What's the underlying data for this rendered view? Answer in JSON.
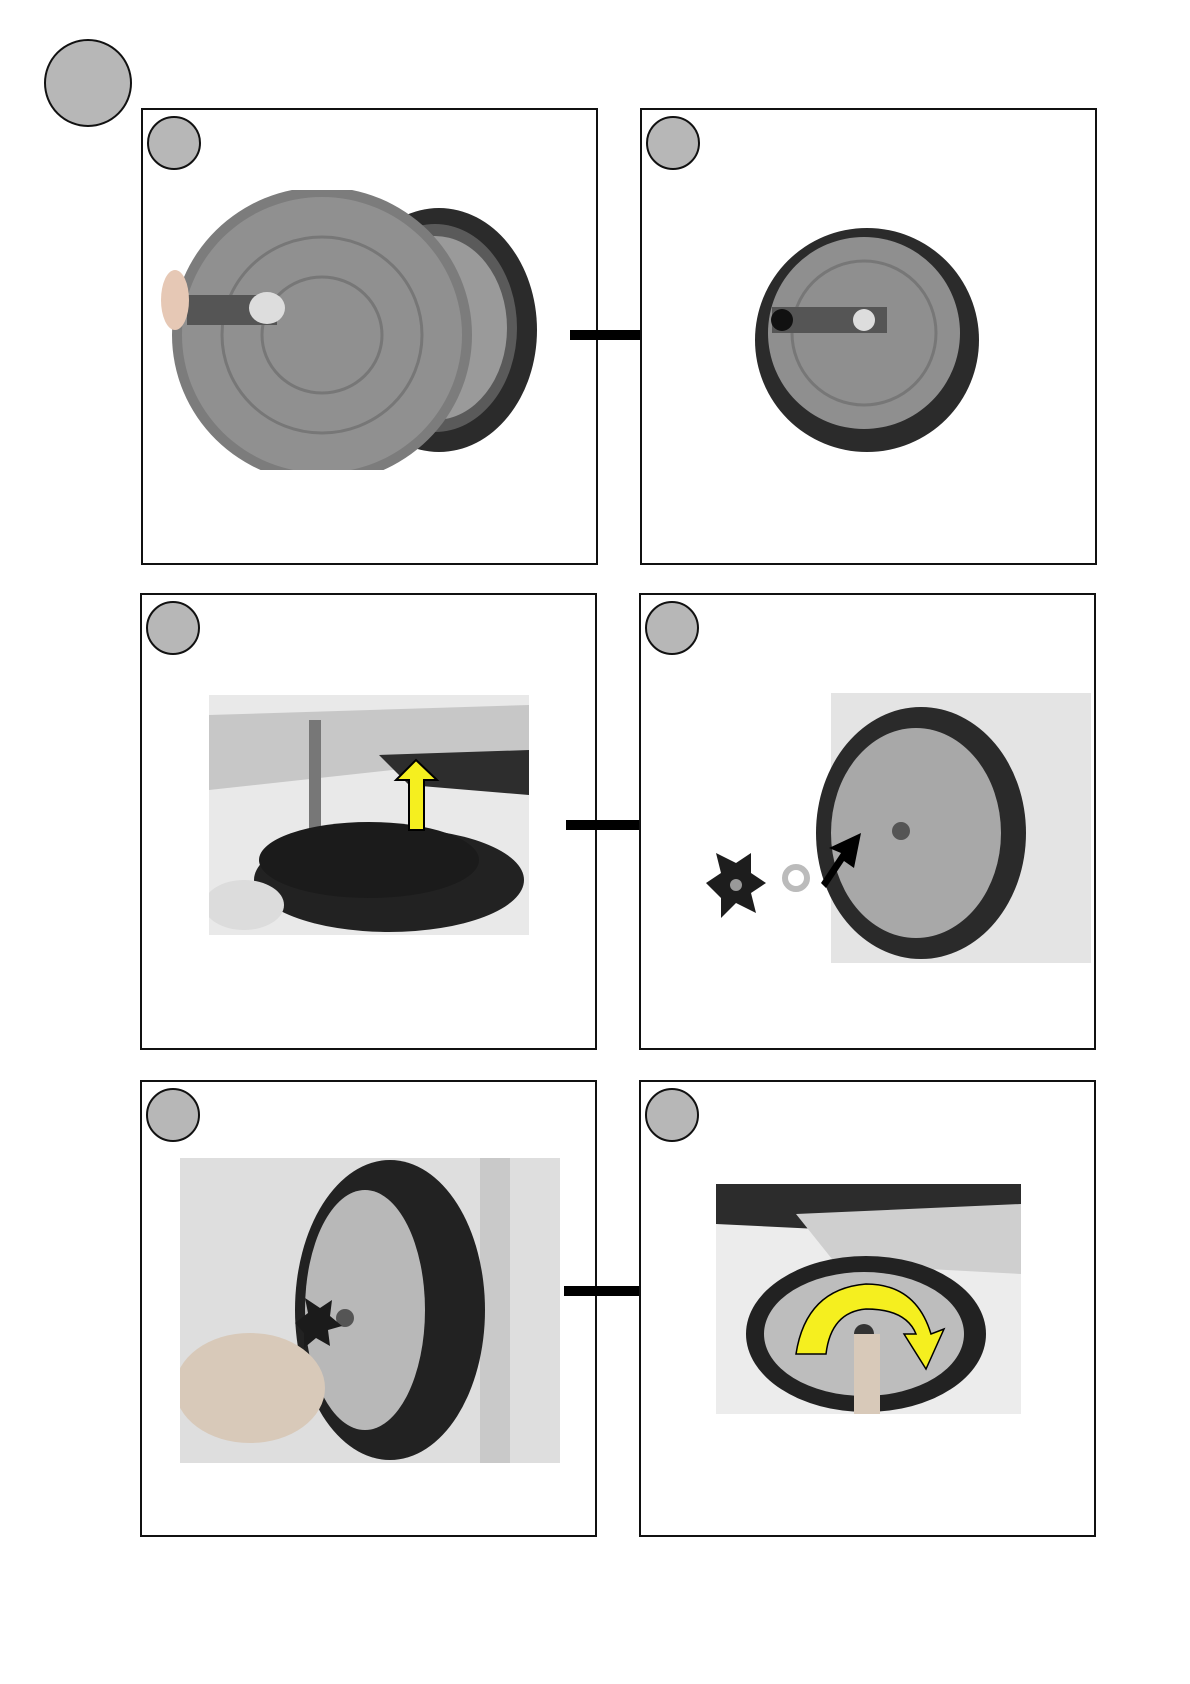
{
  "page": {
    "figure_number": "",
    "steps": [
      {
        "id": "step-1",
        "label": ""
      },
      {
        "id": "step-2",
        "label": ""
      },
      {
        "id": "step-3",
        "label": ""
      },
      {
        "id": "step-4",
        "label": ""
      },
      {
        "id": "step-5",
        "label": ""
      },
      {
        "id": "step-6",
        "label": ""
      }
    ]
  },
  "colors": {
    "badge_fill": "#b7b7b7",
    "border": "#111111",
    "arrow": "#000000",
    "highlight_arrow": "#f5ef1f",
    "wheel_cover": "#8f8f8f",
    "tire": "#2b2b2b"
  },
  "icons": [
    "right-arrow-icon",
    "up-arrow-icon",
    "rotate-arrow-icon"
  ]
}
